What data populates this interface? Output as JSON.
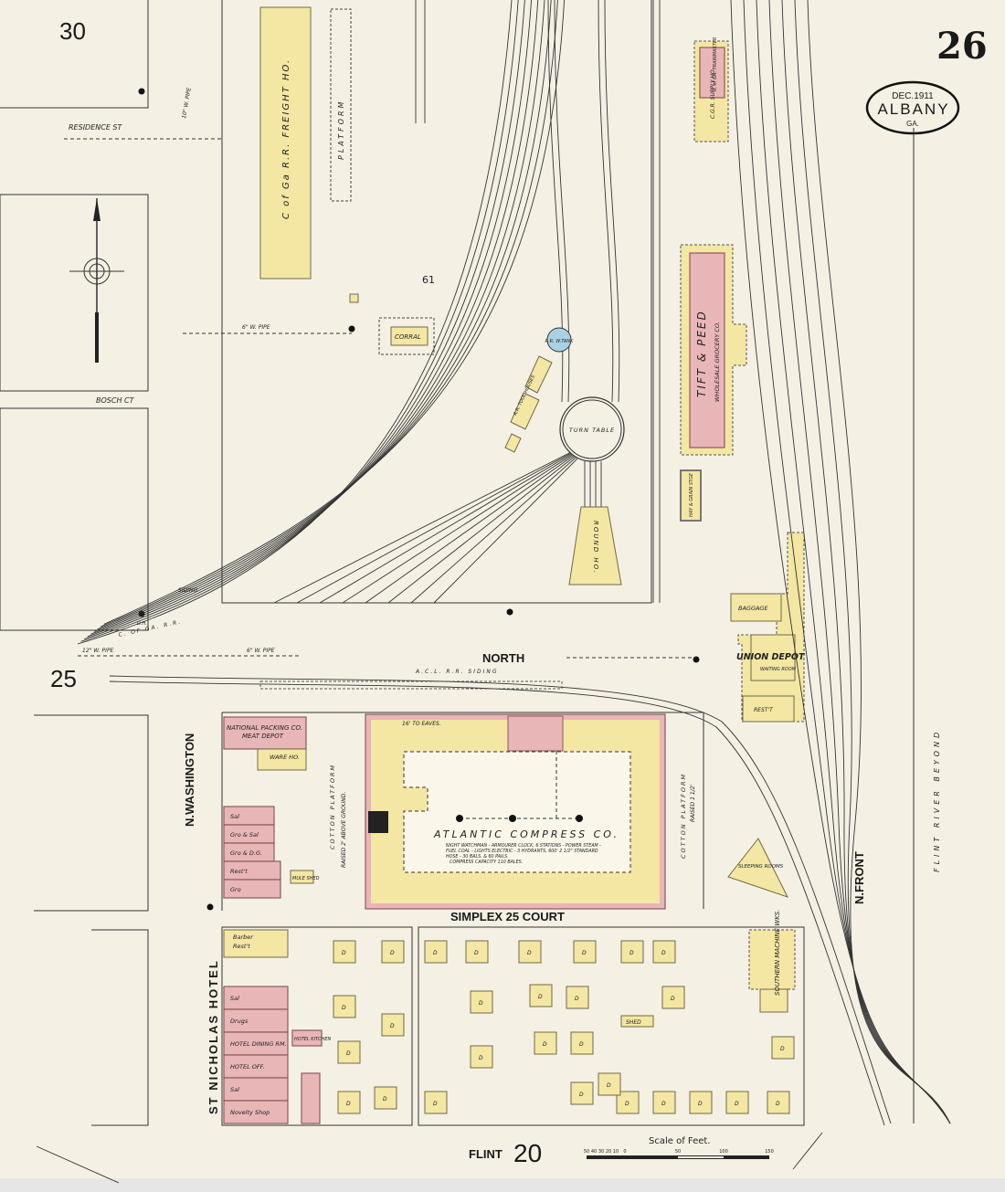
{
  "sheet": {
    "page_number": "26",
    "adjoining_top_left": "30",
    "adjoining_left": "25",
    "adjoining_bottom": "20",
    "cartouche": {
      "date": "DEC.1911",
      "city": "ALBANY",
      "state": "GA."
    }
  },
  "streets": {
    "north": "NORTH",
    "n_washington": "N.WASHINGTON",
    "n_front": "N.FRONT",
    "flint": "FLINT",
    "simplex_court": "SIMPLEX 25 COURT",
    "residence_st": "RESIDENCE ST",
    "bosch_ct": "BOSCH CT",
    "river": "FLINT   RIVER   BEYOND"
  },
  "buildings": {
    "freight_house": "C of Ga R.R.  FREIGHT HO.",
    "platform": "PLATFORM",
    "corral": "CORRAL",
    "block_number": "61",
    "water_tank": "R.R. W.TANK",
    "tool_houses": "R.R. TOOL HOUSES",
    "turn_table": "TURN TABLE",
    "round_house": "ROUND HO.",
    "tift_peed": "TIFT & PEED",
    "tift_peed_sub": "WHOLESALE GROCERY CO.",
    "hay_grain": "HAY & GRAIN STGE",
    "cg_supply": "C.G.R. SUPPLY HO.",
    "cg_trainmaster": "R. of GA. TRAINMASTER",
    "baggage": "BAGGAGE",
    "union_depot": "UNION DEPOT",
    "waiting_room": "WAITING ROOM",
    "restaurant": "REST'T",
    "national_packing": "NATIONAL PACKING CO.",
    "meat_depot": "MEAT DEPOT",
    "ware_ho": "WARE HO.",
    "cotton_platform_left": "COTTON  PLATFORM",
    "cotton_platform_left_sub": "RAISED 2' ABOVE GROUND.",
    "cotton_platform_right": "COTTON  PLATFORM",
    "cotton_platform_right_sub": "RAISED 1 1/2'",
    "compress_eaves": "16' TO EAVES.",
    "compress_name": "ATLANTIC COMPRESS CO.",
    "compress_notes": [
      "NIGHT WATCHMAN - ARMOURER CLOCK, 6 STATIONS - POWER STEAM -",
      "FUEL COAL - LIGHTS ELECTRIC - 3 HYDRANTS, 600' 2 1/2\" STANDARD",
      "HOSE - 30 BALS. & 60 PAILS.",
      "COMPRESS CAPACITY 110 BALES."
    ],
    "sleeping_rooms": "SLEEPING ROOMS",
    "mule_shed": "MULE SHED",
    "stores_left": [
      "Sal",
      "Gro & Sal",
      "Gro & D.G.",
      "Rest't",
      "Gro"
    ],
    "st_nicholas": "ST NICHOLAS HOTEL",
    "hotel_rooms": [
      "Sal",
      "Drugs",
      "HOTEL DINING RM.",
      "HOTEL OFF.",
      "Sal",
      "Novelty Shop"
    ],
    "hotel_kitchen": "HOTEL KITCHEN",
    "barber": "Barber",
    "barber_rest": "Rest't",
    "southern_machine": "SOUTHERN MACHINE WKS.",
    "shed": "SHED",
    "dwelling": "D"
  },
  "pipes": {
    "ten_pipe": "10\" W. PIPE",
    "six_pipe": "6\" W. PIPE",
    "twelve_pipe": "12\" W. PIPE",
    "siding": "SIDING",
    "acl_siding": "A.C.L. R.R. SIDING",
    "cofga": "C. OF GA. R.R.",
    "dh": "D.H."
  },
  "scale": {
    "title": "Scale of Feet.",
    "ticks": [
      "50",
      "40",
      "30",
      "20",
      "10",
      "0",
      "50",
      "100",
      "150"
    ]
  },
  "colors": {
    "paper": "#f4f1e4",
    "brick": "#e9b6b8",
    "frame": "#f3e7a3",
    "stone": "#a9d3e4"
  }
}
